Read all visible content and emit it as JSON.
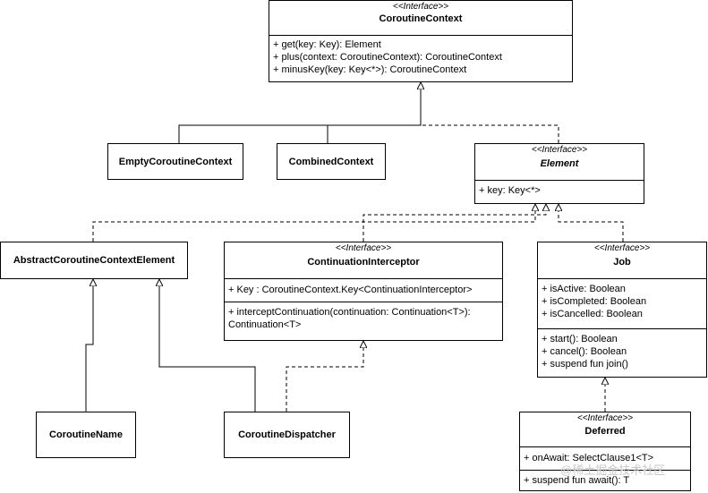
{
  "stereotype": "<<Interface>>",
  "coroutine_context": {
    "name": "CoroutineContext",
    "methods": [
      "+ get(key: Key): Element",
      "+ plus(context: CoroutineContext): CoroutineContext",
      "+ minusKey(key: Key<*>): CoroutineContext"
    ]
  },
  "empty_coroutine_context": {
    "name": "EmptyCoroutineContext"
  },
  "combined_context": {
    "name": "CombinedContext"
  },
  "element": {
    "name": "Element",
    "attributes": [
      "+ key: Key<*>"
    ]
  },
  "abstract_coroutine_context_element": {
    "name": "AbstractCoroutineContextElement"
  },
  "continuation_interceptor": {
    "name": "ContinuationInterceptor",
    "attributes": [
      "+ Key : CoroutineContext.Key<ContinuationInterceptor>"
    ],
    "methods": [
      "+ interceptContinuation(continuation: Continuation<T>): Continuation<T>"
    ]
  },
  "job": {
    "name": "Job",
    "attributes": [
      "+ isActive: Boolean",
      "+ isCompleted: Boolean",
      "+ isCancelled: Boolean"
    ],
    "methods": [
      "+ start(): Boolean",
      "+ cancel(): Boolean",
      "+ suspend fun join()"
    ]
  },
  "coroutine_name": {
    "name": "CoroutineName"
  },
  "coroutine_dispatcher": {
    "name": "CoroutineDispatcher"
  },
  "deferred": {
    "name": "Deferred",
    "attributes": [
      "+ onAwait: SelectClause1<T>"
    ],
    "methods": [
      "+ suspend fun await(): T"
    ]
  },
  "watermark": "@稀土掘金技术社区"
}
